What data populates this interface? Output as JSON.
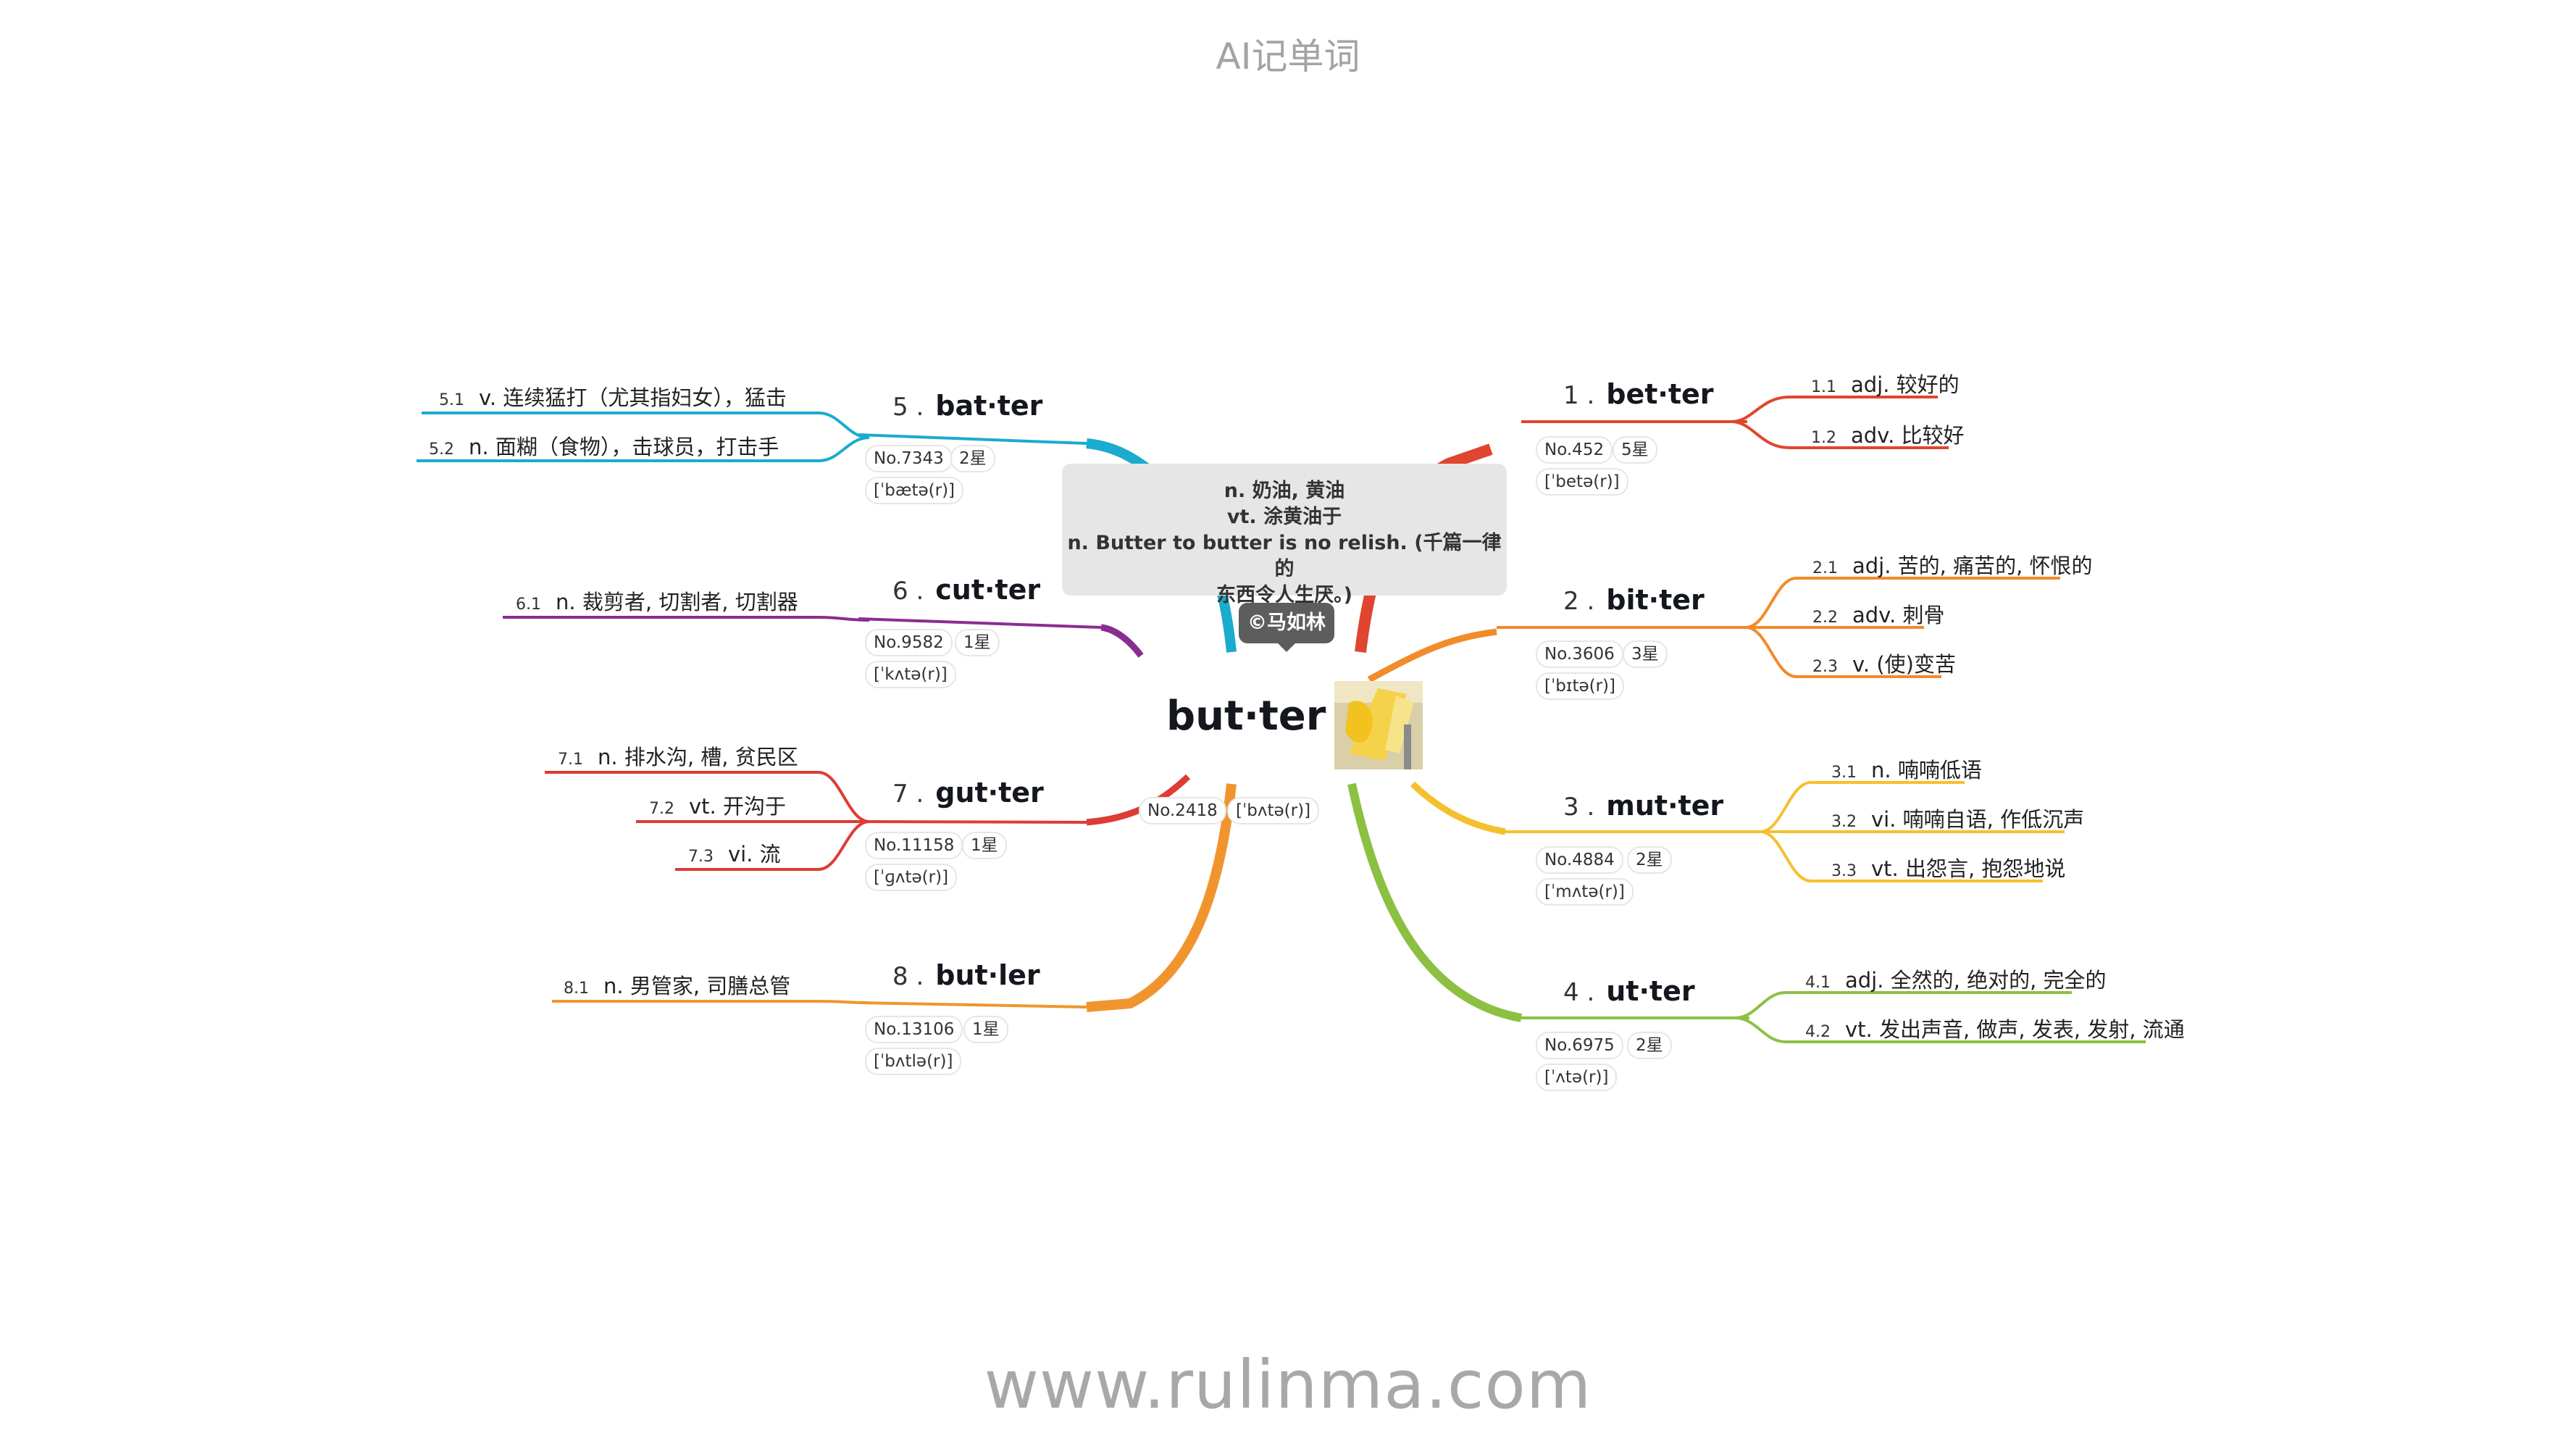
{
  "page_title": "AI记单词",
  "footer_url": "www.rulinma.com",
  "colors": {
    "branch_1": "#e0452f",
    "branch_2": "#f28b2a",
    "branch_3": "#f5c02f",
    "branch_4": "#8cc043",
    "branch_5": "#1aabcf",
    "branch_6": "#8a2d91",
    "branch_7": "#dd3c34",
    "branch_8": "#f0952e",
    "note_bg": "#e6e6e6",
    "tag_bg": "#5d5d5d"
  },
  "center": {
    "word": "but·ter",
    "no": "No.2418",
    "phonetic": "[ˈbʌtə(r)]",
    "image_icon": "butter-photo"
  },
  "note": {
    "lines": [
      "n. 奶油, 黄油",
      "vt. 涂黄油于",
      "n. Butter to butter is no relish. (千篇一律的",
      "东西令人生厌。)"
    ]
  },
  "copyright": "©马如林",
  "branches": [
    {
      "num": "1 .",
      "word": "bet·ter",
      "no": "No.452",
      "stars": "5星",
      "phonetic": "[ˈbetə(r)]",
      "defs": [
        {
          "num": "1.1",
          "text": "adj. 较好的"
        },
        {
          "num": "1.2",
          "text": "adv. 比较好"
        }
      ]
    },
    {
      "num": "2 .",
      "word": "bit·ter",
      "no": "No.3606",
      "stars": "3星",
      "phonetic": "[ˈbɪtə(r)]",
      "defs": [
        {
          "num": "2.1",
          "text": "adj. 苦的, 痛苦的, 怀恨的"
        },
        {
          "num": "2.2",
          "text": "adv. 刺骨"
        },
        {
          "num": "2.3",
          "text": "v. (使)变苦"
        }
      ]
    },
    {
      "num": "3 .",
      "word": "mut·ter",
      "no": "No.4884",
      "stars": "2星",
      "phonetic": "[ˈmʌtə(r)]",
      "defs": [
        {
          "num": "3.1",
          "text": "n. 喃喃低语"
        },
        {
          "num": "3.2",
          "text": "vi. 喃喃自语, 作低沉声"
        },
        {
          "num": "3.3",
          "text": "vt. 出怨言, 抱怨地说"
        }
      ]
    },
    {
      "num": "4 .",
      "word": "ut·ter",
      "no": "No.6975",
      "stars": "2星",
      "phonetic": "[ˈʌtə(r)]",
      "defs": [
        {
          "num": "4.1",
          "text": "adj. 全然的, 绝对的, 完全的"
        },
        {
          "num": "4.2",
          "text": "vt. 发出声音, 做声, 发表, 发射, 流通"
        }
      ]
    },
    {
      "num": "5 .",
      "word": "bat·ter",
      "no": "No.7343",
      "stars": "2星",
      "phonetic": "[ˈbætə(r)]",
      "defs": [
        {
          "num": "5.1",
          "text": "v. 连续猛打（尤其指妇女），猛击"
        },
        {
          "num": "5.2",
          "text": "n. 面糊（食物），击球员，打击手"
        }
      ]
    },
    {
      "num": "6 .",
      "word": "cut·ter",
      "no": "No.9582",
      "stars": "1星",
      "phonetic": "[ˈkʌtə(r)]",
      "defs": [
        {
          "num": "6.1",
          "text": "n. 裁剪者, 切割者, 切割器"
        }
      ]
    },
    {
      "num": "7 .",
      "word": "gut·ter",
      "no": "No.11158",
      "stars": "1星",
      "phonetic": "[ˈɡʌtə(r)]",
      "defs": [
        {
          "num": "7.1",
          "text": "n. 排水沟, 槽, 贫民区"
        },
        {
          "num": "7.2",
          "text": "vt. 开沟于"
        },
        {
          "num": "7.3",
          "text": "vi. 流"
        }
      ]
    },
    {
      "num": "8 .",
      "word": "but·ler",
      "no": "No.13106",
      "stars": "1星",
      "phonetic": "[ˈbʌtlə(r)]",
      "defs": [
        {
          "num": "8.1",
          "text": "n. 男管家, 司膳总管"
        }
      ]
    }
  ]
}
